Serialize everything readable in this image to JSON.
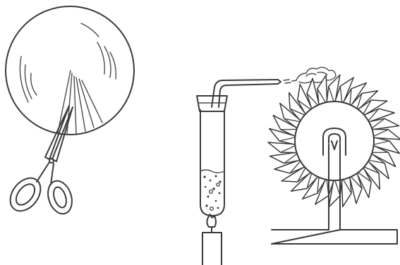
{
  "figure": {
    "panels": [
      {
        "name": "cutting-paper-circle-with-scissors"
      },
      {
        "name": "test-tube-steam-turning-paper-pinwheel"
      }
    ],
    "pinwheel": {
      "blade_count": 30
    },
    "colors": {
      "ink": "#3a3a3a",
      "background": "#ffffff"
    }
  }
}
